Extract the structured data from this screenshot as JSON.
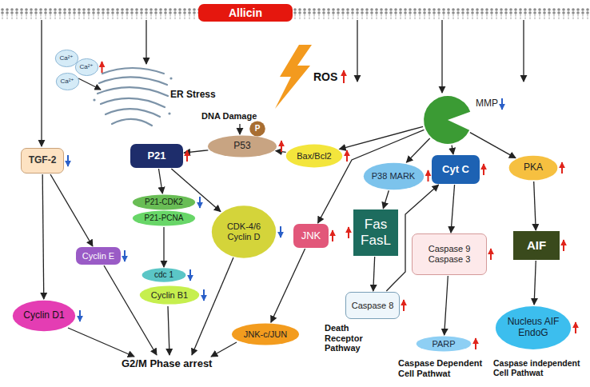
{
  "diagram": {
    "nodes": [
      {
        "text": [
          "Allicin"
        ]
      },
      {
        "text": [
          "Ca²⁺"
        ]
      },
      {
        "text": [
          "Ca²⁺"
        ]
      },
      {
        "text": [
          "Ca²⁺"
        ]
      },
      {
        "text": [
          "TGF-2"
        ]
      },
      {
        "text": [
          "P21"
        ]
      },
      {
        "text": [
          "P"
        ]
      },
      {
        "text": [
          "P53"
        ]
      },
      {
        "text": [
          "Bax/Bcl2"
        ]
      },
      {
        "text": [
          "MMP"
        ]
      },
      {
        "text": [
          "P38 MARK"
        ]
      },
      {
        "text": [
          "Cyt C"
        ]
      },
      {
        "text": [
          "PKA"
        ]
      },
      {
        "text": [
          "P21-CDK2"
        ]
      },
      {
        "text": [
          "P21-PCNA"
        ]
      },
      {
        "text": [
          "CDK-4/6 Cyclin D"
        ]
      },
      {
        "text": [
          "Cyclin E"
        ]
      },
      {
        "text": [
          "cdc 1"
        ]
      },
      {
        "text": [
          "Cyclin B1"
        ]
      },
      {
        "text": [
          "JNK"
        ]
      },
      {
        "text": [
          "Fas FasL"
        ]
      },
      {
        "text": [
          "Caspase 8"
        ]
      },
      {
        "text": [
          "Caspase 9 Caspase 3"
        ]
      },
      {
        "text": [
          "AIF"
        ]
      },
      {
        "text": [
          "Cyclin D1"
        ]
      },
      {
        "text": [
          "JNK-c/JUN"
        ]
      },
      {
        "text": [
          "PARP"
        ]
      },
      {
        "text": [
          "Nucleus AIF EndoG"
        ]
      }
    ],
    "edges": [
      {
        "from": 4,
        "to": 24,
        "arrow": "to"
      },
      {
        "from": 4,
        "to": 16,
        "arrow": "to"
      },
      {
        "from": 7,
        "to": 5,
        "arrow": "to"
      },
      {
        "from": 8,
        "to": 7,
        "arrow": "to"
      },
      {
        "from": 9,
        "to": 8,
        "arrow": "to"
      },
      {
        "from": 9,
        "to": 19,
        "arrow": "to"
      },
      {
        "from": 9,
        "to": 10,
        "arrow": "to"
      },
      {
        "from": 9,
        "to": 11,
        "arrow": "to"
      },
      {
        "from": 9,
        "to": 12,
        "arrow": "to"
      },
      {
        "from": 5,
        "to": 13,
        "arrow": "to"
      },
      {
        "from": 5,
        "to": 15,
        "arrow": "to"
      },
      {
        "from": 14,
        "to": 17,
        "arrow": "to"
      },
      {
        "from": 19,
        "to": 25,
        "arrow": "to"
      },
      {
        "from": 10,
        "to": 20,
        "arrow": "to"
      },
      {
        "from": 20,
        "to": 21,
        "arrow": "to"
      },
      {
        "from": 21,
        "to": 11,
        "arrow": "to"
      },
      {
        "from": 11,
        "to": 22,
        "arrow": "to"
      },
      {
        "from": 22,
        "to": 26,
        "arrow": "to"
      },
      {
        "from": 12,
        "to": 23,
        "arrow": "to"
      },
      {
        "from": 23,
        "to": 27,
        "arrow": "to"
      }
    ],
    "labels": [
      "ER Stress",
      "ROS",
      "DNA Damage",
      "G2/M Phase arrest",
      "Death Receptor Pathway",
      "Caspase Dependent Cell Pathwat",
      "Caspase independent Cell Pathwat"
    ]
  }
}
